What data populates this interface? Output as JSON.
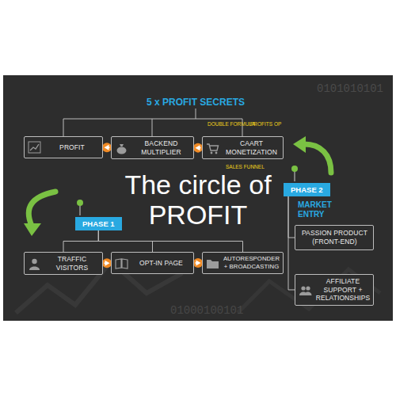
{
  "diagram": {
    "title": "The circle of PROFIT",
    "nodes": [
      {
        "text": [
          "PROFIT"
        ]
      },
      {
        "text": [
          "BACKEND MULTIPLIER"
        ]
      },
      {
        "text": [
          "CAART MONETIZATION"
        ]
      },
      {
        "text": [
          "PHASE 2",
          "MARKET ENTRY"
        ]
      },
      {
        "text": [
          "PHASE 1"
        ]
      },
      {
        "text": [
          "TRAFFIC VISITORS"
        ]
      },
      {
        "text": [
          "OPT-IN PAGE"
        ]
      },
      {
        "text": [
          "AUTORESPONDER + BROADCASTING"
        ]
      },
      {
        "text": [
          "PASSION PRODUCT (FRONT-END)"
        ]
      },
      {
        "text": [
          "AFFILIATE SUPPORT + RELATIONSHIPS"
        ]
      }
    ],
    "edges": [
      {
        "from": 2,
        "to": 1,
        "arrow": "to"
      },
      {
        "from": 1,
        "to": 0,
        "arrow": "to"
      },
      {
        "from": 5,
        "to": 6,
        "arrow": "to"
      },
      {
        "from": 6,
        "to": 7,
        "arrow": "to"
      },
      {
        "from": 4,
        "to": 5,
        "arrow": "none"
      },
      {
        "from": 4,
        "to": 6,
        "arrow": "none"
      },
      {
        "from": 4,
        "to": 7,
        "arrow": "none"
      },
      {
        "from": 3,
        "to": 8,
        "arrow": "none"
      },
      {
        "from": 3,
        "to": 9,
        "arrow": "none"
      }
    ],
    "labels": [
      "5 x PROFIT SECRETS",
      "DOUBLE FORMULA",
      "PROFITS OP",
      "SALES FUNNEL",
      "0101010101",
      "01000100101"
    ]
  }
}
